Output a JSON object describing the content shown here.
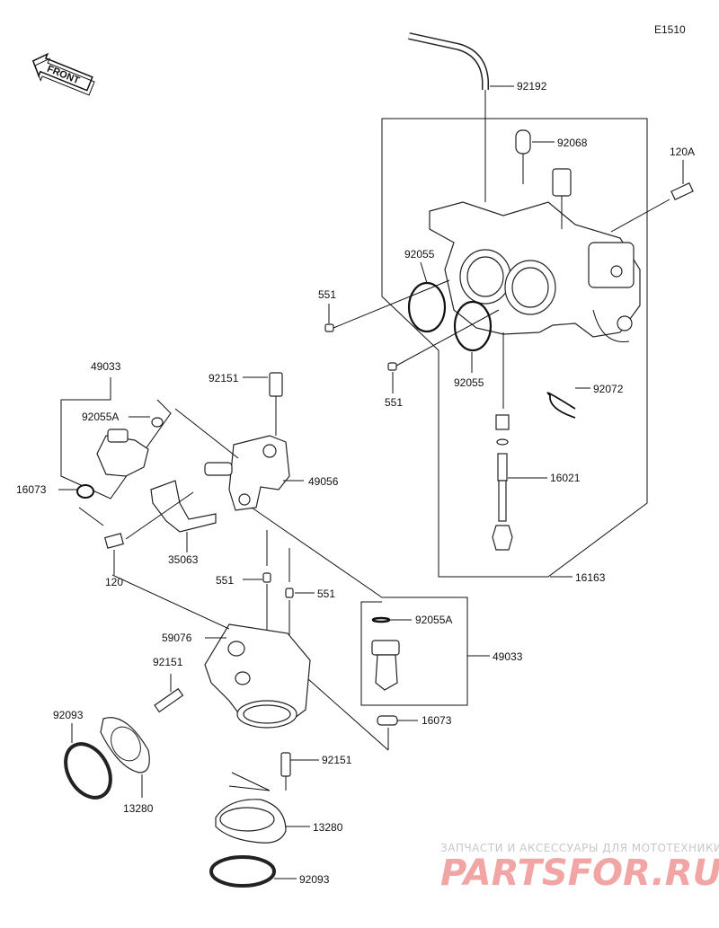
{
  "diagram_code": "E1510",
  "front_label": "FRONT",
  "watermark": {
    "line1": "ЗАПЧАСТИ И АКСЕССУАРЫ ДЛЯ МОТОТЕХНИКИ",
    "logo": "PARTSFOR.RU"
  },
  "callouts": [
    {
      "id": "92192",
      "text": "92192"
    },
    {
      "id": "92068",
      "text": "92068"
    },
    {
      "id": "120A",
      "text": "120A"
    },
    {
      "id": "92055-a",
      "text": "92055"
    },
    {
      "id": "551-a",
      "text": "551"
    },
    {
      "id": "92055-b",
      "text": "92055"
    },
    {
      "id": "551-b",
      "text": "551"
    },
    {
      "id": "92072",
      "text": "92072"
    },
    {
      "id": "16021",
      "text": "16021"
    },
    {
      "id": "16163",
      "text": "16163"
    },
    {
      "id": "49033-a",
      "text": "49033"
    },
    {
      "id": "92151-a",
      "text": "92151"
    },
    {
      "id": "92055A-a",
      "text": "92055A"
    },
    {
      "id": "16073-a",
      "text": "16073"
    },
    {
      "id": "49056",
      "text": "49056"
    },
    {
      "id": "35063",
      "text": "35063"
    },
    {
      "id": "120",
      "text": "120"
    },
    {
      "id": "551-c",
      "text": "551"
    },
    {
      "id": "551-d",
      "text": "551"
    },
    {
      "id": "92055A-b",
      "text": "92055A"
    },
    {
      "id": "59076",
      "text": "59076"
    },
    {
      "id": "49033-b",
      "text": "49033"
    },
    {
      "id": "92151-b",
      "text": "92151"
    },
    {
      "id": "16073-b",
      "text": "16073"
    },
    {
      "id": "92093-a",
      "text": "92093"
    },
    {
      "id": "92151-c",
      "text": "92151"
    },
    {
      "id": "13280-a",
      "text": "13280"
    },
    {
      "id": "13280-b",
      "text": "13280"
    },
    {
      "id": "92093-b",
      "text": "92093"
    }
  ]
}
